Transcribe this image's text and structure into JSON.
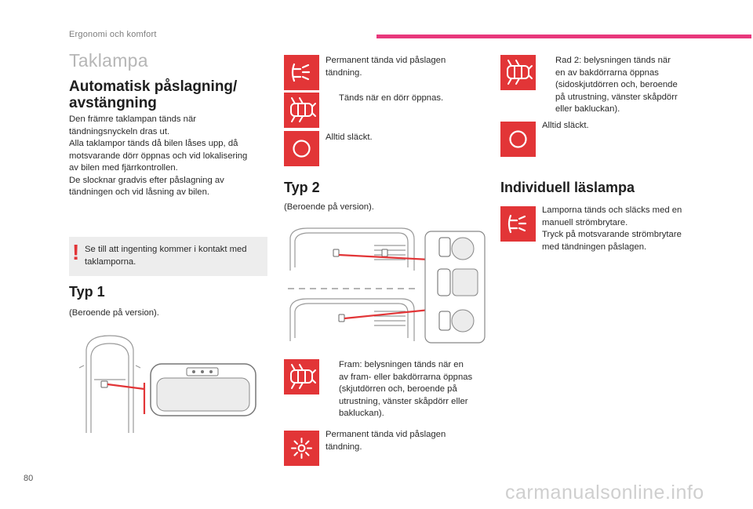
{
  "header": {
    "section": "Ergonomi och komfort",
    "accent_color": "#e8387c"
  },
  "page_title": "Taklampa",
  "auto": {
    "heading_line1": "Automatisk påslagning/",
    "heading_line2": "avstängning",
    "paragraph_lines": [
      "Den främre taklampan tänds när",
      "tändningsnyckeln dras ut.",
      "Alla taklampor tänds då bilen låses upp, då",
      "motsvarande dörr öppnas och vid lokalisering",
      "av bilen med fjärrkontrollen.",
      "De slocknar gradvis efter påslagning av",
      "tändningen och vid låsning av bilen."
    ]
  },
  "warning": {
    "mark": "!",
    "lines": [
      "Se till att ingenting kommer i kontakt med",
      "taklamporna."
    ]
  },
  "typ1": {
    "heading": "Typ 1",
    "subtext": "(Beroende på version)."
  },
  "typ1_modes": [
    {
      "icon": "lamp-beam-icon",
      "lines": [
        "Permanent tända vid påslagen",
        "tändning."
      ]
    },
    {
      "icon": "car-doors-open-icon",
      "lines": [
        "Tänds när en dörr öppnas."
      ]
    },
    {
      "icon": "lamp-off-circle-icon",
      "lines": [
        "Alltid släckt."
      ]
    }
  ],
  "typ2": {
    "heading": "Typ 2",
    "subtext": "(Beroende på version)."
  },
  "typ2_modes": [
    {
      "icon": "car-doors-open-icon",
      "lines": [
        "Fram: belysningen tänds när en",
        "av fram- eller bakdörrarna öppnas",
        "(skjutdörren och, beroende på",
        "utrustning, vänster skåpdörr eller",
        "bakluckan)."
      ]
    },
    {
      "icon": "sun-icon",
      "lines": [
        "Permanent tända vid påslagen",
        "tändning."
      ]
    }
  ],
  "typ2_rear_modes": [
    {
      "icon": "car-doors-open-icon",
      "lines": [
        "Rad 2: belysningen tänds när",
        "en av bakdörrarna öppnas",
        "(sidoskjutdörren och, beroende",
        "på utrustning, vänster skåpdörr",
        "eller bakluckan)."
      ]
    },
    {
      "icon": "lamp-off-circle-icon",
      "lines": [
        "Alltid släckt."
      ]
    }
  ],
  "reading": {
    "heading": "Individuell läslampa",
    "icon": "lamp-beam-icon",
    "lines": [
      "Lamporna tänds och släcks med en",
      "manuell strömbrytare.",
      "Tryck på motsvarande strömbrytare",
      "med tändningen påslagen."
    ]
  },
  "page_number": "80",
  "watermark": "carmanualsonline.info",
  "colors": {
    "icon_red": "#e23537",
    "title_grey": "#b6b6b6",
    "warn_bg": "#ededed"
  }
}
